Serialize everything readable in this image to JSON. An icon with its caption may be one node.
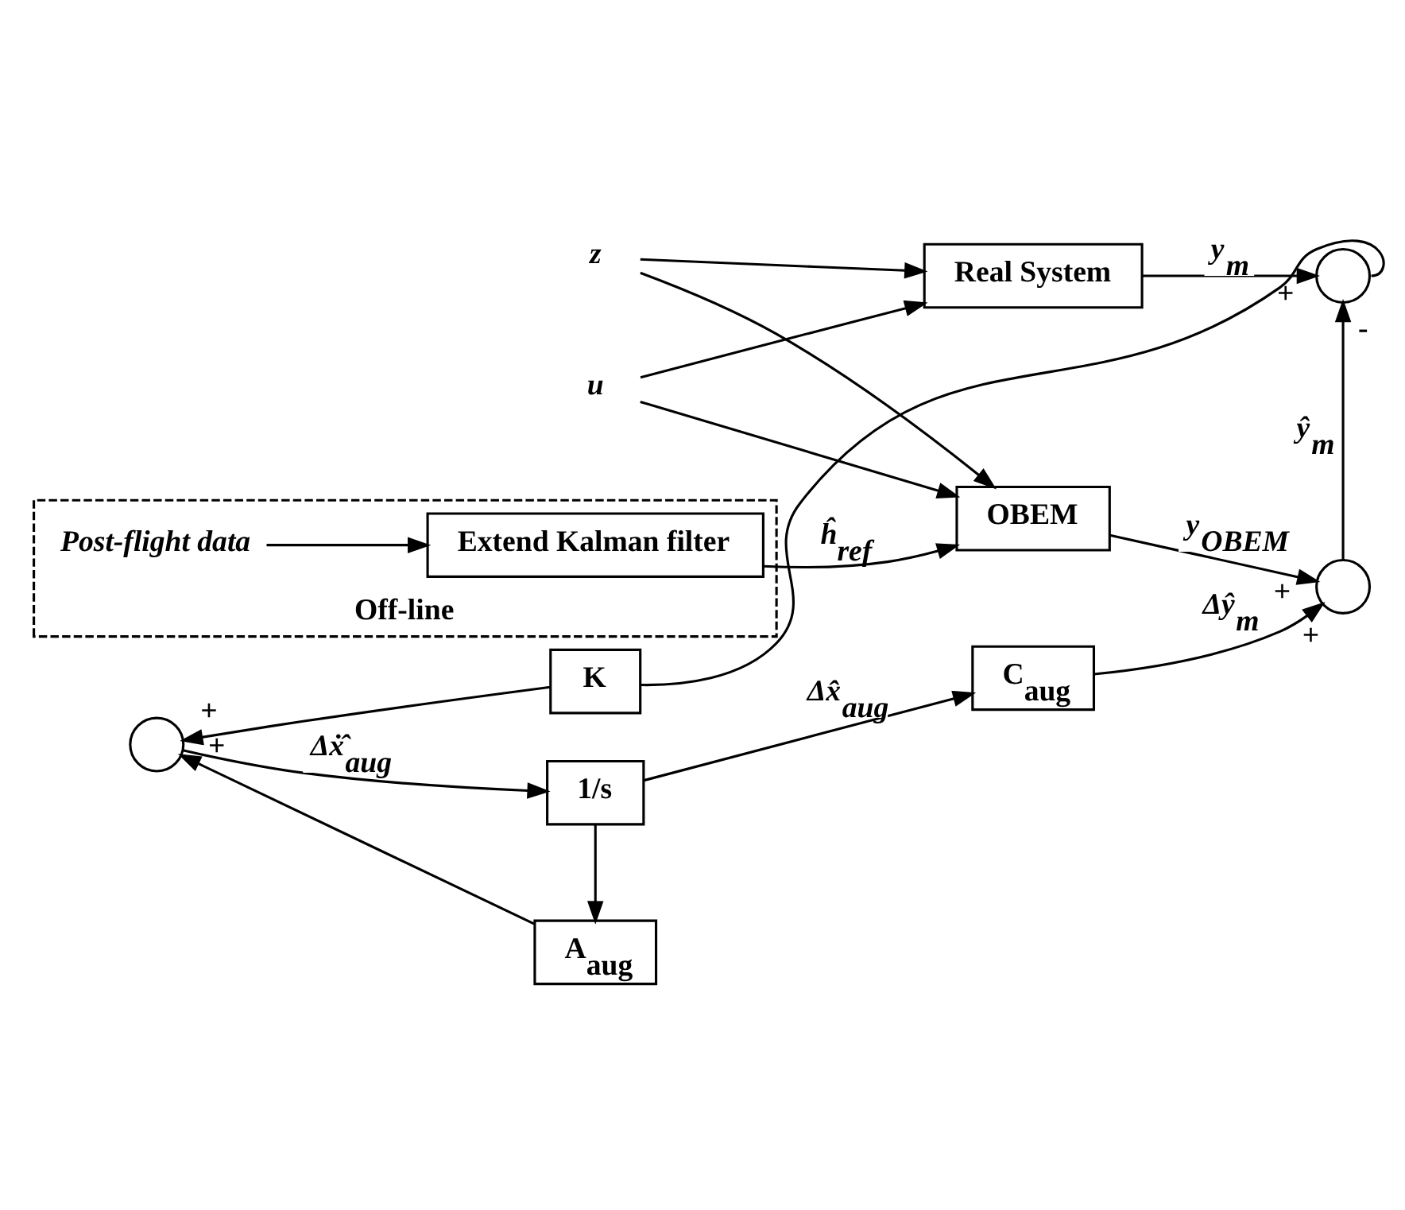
{
  "diagram": {
    "nodes": [
      {
        "text": [
          "z"
        ]
      },
      {
        "text": [
          "u"
        ]
      },
      {
        "text": [
          "Real System"
        ]
      },
      {
        "text": [
          "OBEM"
        ]
      },
      {
        "text": [
          "Off-line"
        ]
      },
      {
        "text": [
          "Post-flight data"
        ],
        "in": 4
      },
      {
        "text": [
          "Extend Kalman filter"
        ],
        "in": 4
      },
      {
        "text": [],
        "shape": "circle",
        "beside": [
          "+",
          "+"
        ]
      },
      {
        "text": [
          "1/s"
        ]
      },
      {
        "text": [
          "C$_{aug}$"
        ]
      },
      {
        "text": [],
        "shape": "circle",
        "beside": [
          "+",
          "+"
        ]
      },
      {
        "text": [],
        "shape": "circle",
        "beside": [
          "+",
          "-"
        ]
      },
      {
        "text": [
          "A$_{aug}$"
        ]
      },
      {
        "text": [
          "K"
        ]
      }
    ],
    "edges": [
      {
        "from": 0,
        "to": 2,
        "arrow": "to"
      },
      {
        "from": 0,
        "to": 3,
        "arrow": "to"
      },
      {
        "from": 1,
        "to": 2,
        "arrow": "to"
      },
      {
        "from": 1,
        "to": 3,
        "arrow": "to"
      },
      {
        "from": 2,
        "to": 11,
        "arrow": "to",
        "label": "y$_{m}$"
      },
      {
        "from": 3,
        "to": 10,
        "arrow": "to",
        "label": "y$_{OBEM}$"
      },
      {
        "from": 5,
        "to": 6,
        "arrow": "to"
      },
      {
        "from": 6,
        "to": 3,
        "arrow": "to",
        "label": "ĥ$_{ref}$"
      },
      {
        "from": 7,
        "to": 8,
        "arrow": "to",
        "label": "Δẋ̂$_{aug}$"
      },
      {
        "from": 8,
        "to": 9,
        "arrow": "to",
        "label": "Δx̂$_{aug}$"
      },
      {
        "from": 8,
        "to": 12,
        "arrow": "to"
      },
      {
        "from": 12,
        "to": 7,
        "arrow": "to"
      },
      {
        "from": 9,
        "to": 10,
        "arrow": "to",
        "label": "Δŷ$_{m}$"
      },
      {
        "from": 10,
        "to": 11,
        "arrow": "to",
        "label": "ŷ$_{m}$"
      },
      {
        "from": 11,
        "to": 13,
        "arrow": "none"
      },
      {
        "from": 13,
        "to": 7,
        "arrow": "to"
      }
    ]
  }
}
